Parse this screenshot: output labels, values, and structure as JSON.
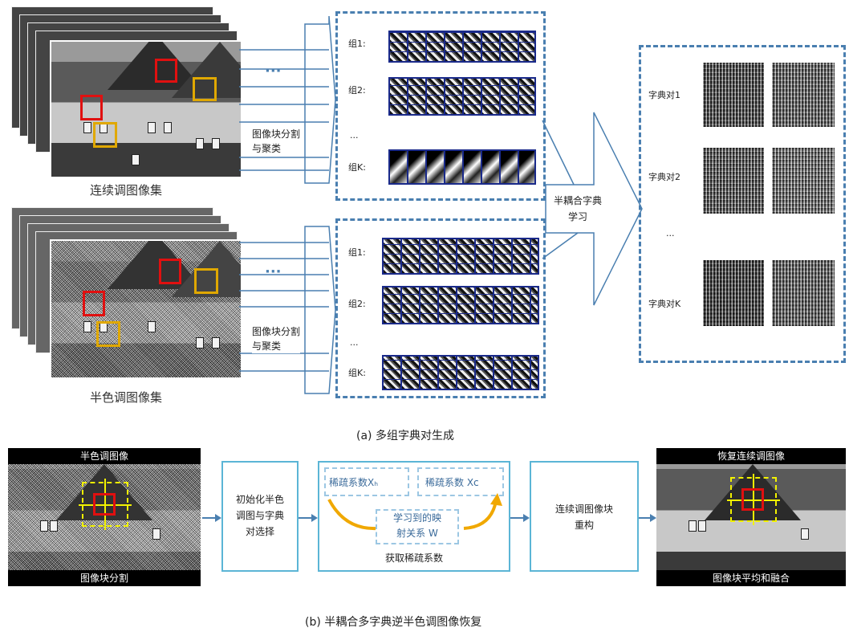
{
  "top": {
    "set_continuous_label": "连续调图像集",
    "set_halftone_label": "半色调图像集",
    "ellipsis_h": "···",
    "split_label_top": "图像块分割\n与聚类",
    "split_label_bottom": "图像块分割\n与聚类",
    "groups_top": [
      "组1:",
      "组2:",
      "...",
      "组K:"
    ],
    "groups_bottom": [
      "组1:",
      "组2:",
      "...",
      "组K:"
    ],
    "learn_label": "半耦合字典\n学习",
    "pairs": [
      "字典对1",
      "字典对2",
      "...",
      "字典对K"
    ],
    "caption": "(a) 多组字典对生成"
  },
  "bottom": {
    "halftone_title": "半色调图像",
    "halftone_footer": "图像块分割",
    "init_box": "初始化半色\n调图与字典\n对选择",
    "coef_xh": "稀疏系数Xₕ",
    "coef_xc": "稀疏系数 Xc",
    "mapping": "学习到的映\n射关系 W",
    "get_coef": "获取稀疏系数",
    "recon_box": "连续调图像块\n重构",
    "restored_title": "恢复连续调图像",
    "restored_footer": "图像块平均和融合",
    "caption": "(b) 半耦合多字典逆半色调图像恢复"
  },
  "colors": {
    "dash_blue": "#4a7fb0",
    "box_cyan": "#5bb5d6",
    "arrow_orange": "#f0a800",
    "red": "#e01010",
    "yellow": "#e0a800",
    "atom_border": "#1a2a8a"
  }
}
